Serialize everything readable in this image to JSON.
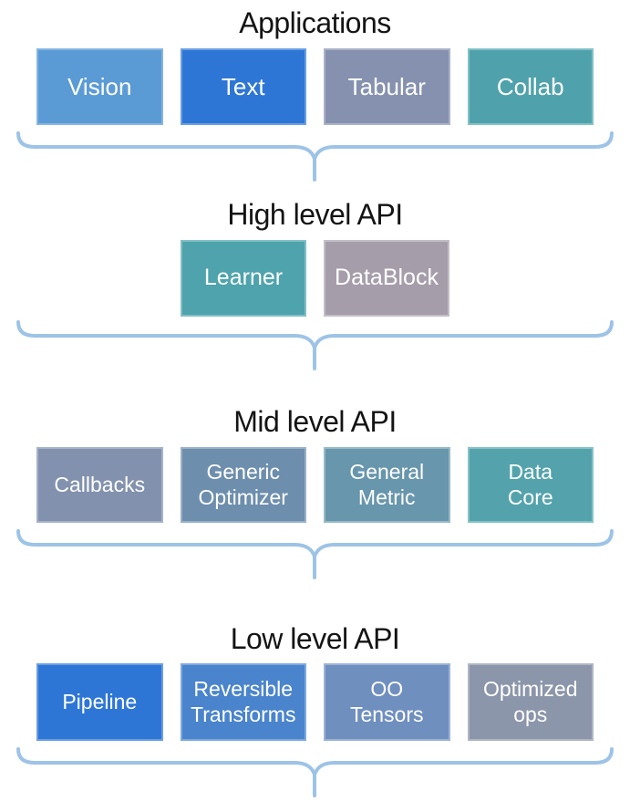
{
  "diagram": {
    "brace_color": "#9DC3E6",
    "title_color": "#141414",
    "box_text_color": "#FFFFFF"
  },
  "sections": [
    {
      "title": "Applications",
      "boxes": [
        {
          "label": "Vision",
          "fill": "#5B9BD5",
          "border": "#85B5E2"
        },
        {
          "label": "Text",
          "fill": "#2E76D6",
          "border": "#699FE2"
        },
        {
          "label": "Tabular",
          "fill": "#8591AF",
          "border": "#A9B2C8"
        },
        {
          "label": "Collab",
          "fill": "#4FA2AB",
          "border": "#82C0C7"
        }
      ]
    },
    {
      "title": "High level API",
      "boxes": [
        {
          "label": "Learner",
          "fill": "#4FA3AC",
          "border": "#82C0C7"
        },
        {
          "label": "DataBlock",
          "fill": "#A69DAB",
          "border": "#C3BDC7"
        }
      ]
    },
    {
      "title": "Mid level API",
      "boxes": [
        {
          "label": "Callbacks",
          "fill": "#8292AE",
          "border": "#A7B2C9"
        },
        {
          "label": "Generic\nOptimizer",
          "fill": "#6D8EAD",
          "border": "#9AB1C8"
        },
        {
          "label": "General\nMetric",
          "fill": "#6896AC",
          "border": "#97BAC7"
        },
        {
          "label": "Data\nCore",
          "fill": "#54A3AC",
          "border": "#86C1C8"
        }
      ]
    },
    {
      "title": "Low level API",
      "boxes": [
        {
          "label": "Pipeline",
          "fill": "#2E76D6",
          "border": "#699FE2"
        },
        {
          "label": "Reversible\nTransforms",
          "fill": "#4A84CC",
          "border": "#7EA9DE"
        },
        {
          "label": "OO\nTensors",
          "fill": "#6F8FBF",
          "border": "#9CB3D6"
        },
        {
          "label": "Optimized\nops",
          "fill": "#8C96AA",
          "border": "#AEB6C6"
        }
      ]
    }
  ]
}
